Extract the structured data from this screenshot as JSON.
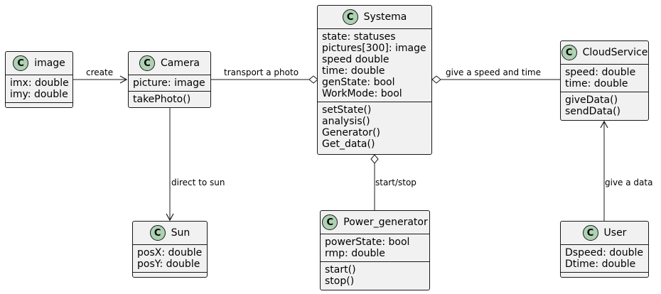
{
  "classes": {
    "image": {
      "badge": "C",
      "name": "image",
      "attributes": [
        "imx: double",
        "imy: double"
      ],
      "methods": []
    },
    "camera": {
      "badge": "C",
      "name": "Camera",
      "attributes": [
        "picture: image"
      ],
      "methods": [
        "takePhoto()"
      ]
    },
    "systema": {
      "badge": "C",
      "name": "Systema",
      "attributes": [
        "state: statuses",
        "pictures[300]: image",
        "speed double",
        "time: double",
        "genState: bool",
        "WorkMode: bool"
      ],
      "methods": [
        "setState()",
        "analysis()",
        "Generator()",
        "Get_data()"
      ]
    },
    "cloud": {
      "badge": "C",
      "name": "CloudService",
      "attributes": [
        "speed: double",
        "time: double"
      ],
      "methods": [
        "giveData()",
        "sendData()"
      ]
    },
    "sun": {
      "badge": "C",
      "name": "Sun",
      "attributes": [
        "posX: double",
        "posY: double"
      ],
      "methods": []
    },
    "power": {
      "badge": "C",
      "name": "Power_generator",
      "attributes": [
        "powerState: bool",
        "rmp: double"
      ],
      "methods": [
        "start()",
        "stop()"
      ]
    },
    "user": {
      "badge": "C",
      "name": "User",
      "attributes": [
        "Dspeed: double",
        "Dtime: double"
      ],
      "methods": []
    }
  },
  "edges": {
    "create": "create",
    "transport": "transport a photo",
    "speed_time": "give a speed and time",
    "direct_sun": "direct to sun",
    "start_stop": "start/stop",
    "give_data": "give a data"
  },
  "colors": {
    "box_fill": "#f1f1f1",
    "border": "#181818",
    "badge": "#add1b2"
  }
}
